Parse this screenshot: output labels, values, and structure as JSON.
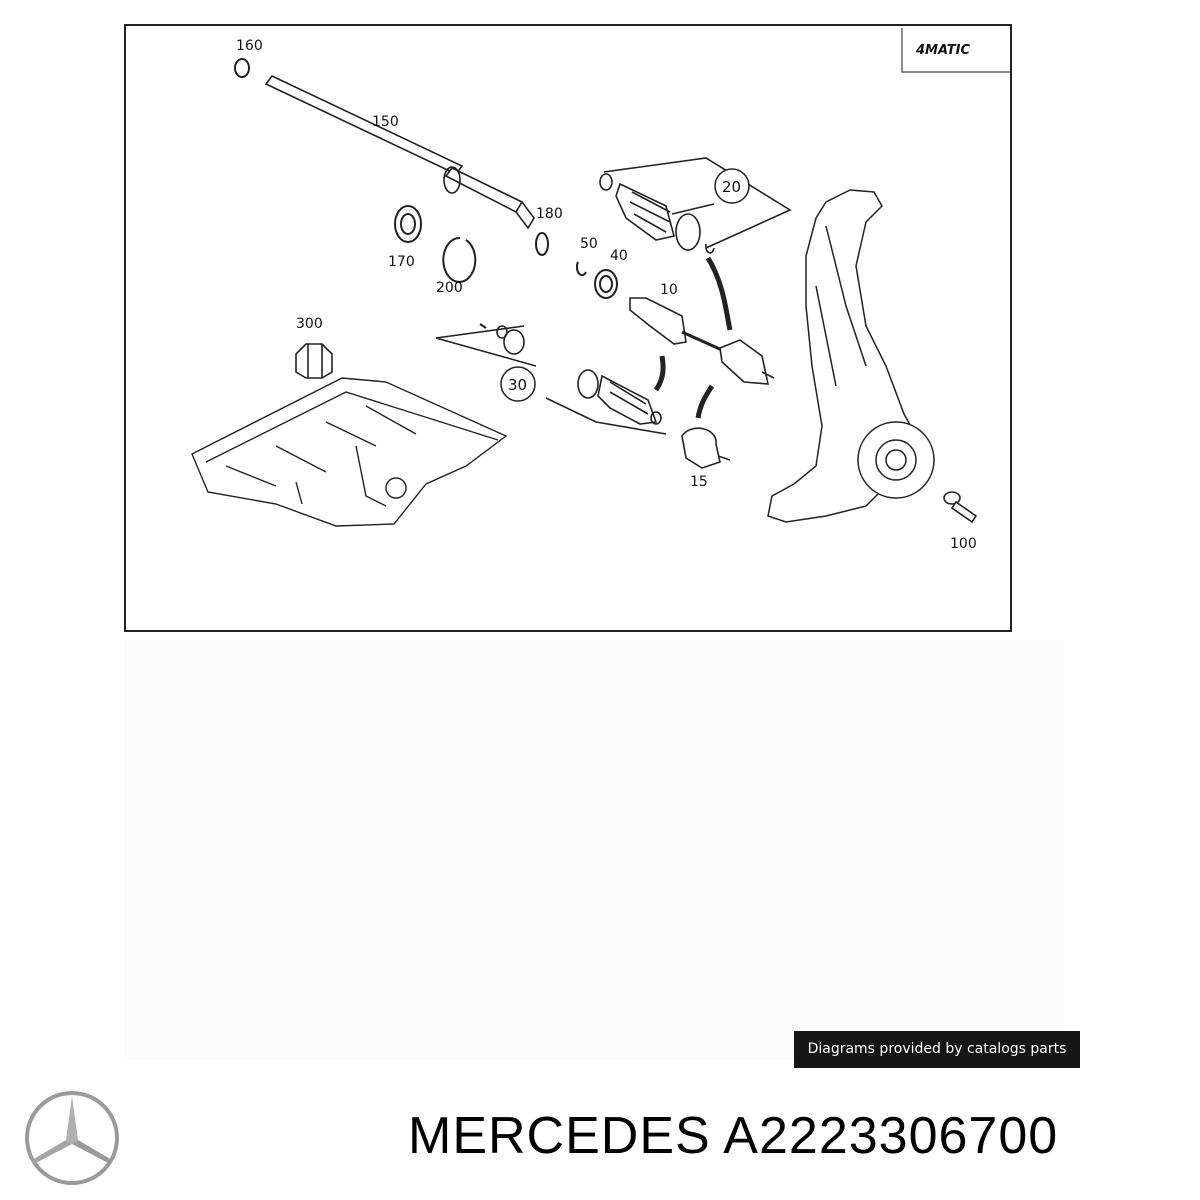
{
  "diagram": {
    "badge": "4MATIC",
    "callouts": {
      "c160": "160",
      "c150": "150",
      "c180": "180",
      "c170": "170",
      "c200": "200",
      "c50": "50",
      "c40": "40",
      "c10": "10",
      "c20": "20",
      "c300": "300",
      "c30": "30",
      "c15": "15",
      "c100": "100"
    }
  },
  "footer": {
    "credit": "Diagrams provided by catalogs parts",
    "brand": "MERCEDES",
    "part_number": "A2223306700"
  },
  "colors": {
    "line": "#222222",
    "credit_bg": "#161616",
    "logo": "#9a9a9a"
  }
}
